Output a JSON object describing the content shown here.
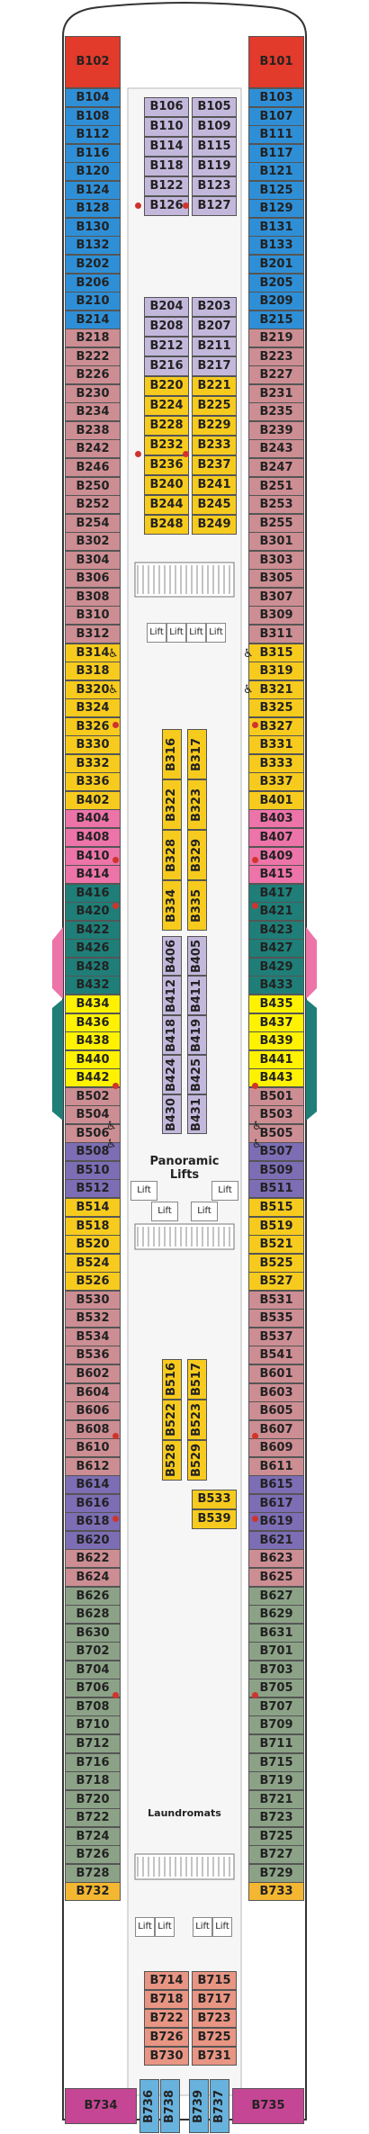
{
  "labels": {
    "lift": "Lift",
    "panoramic_lifts": "Panoramic\nLifts",
    "laundromats": "Laundromats",
    "accessible_icon": "♿"
  },
  "colors": {
    "red": "#e23a2b",
    "blue": "#2f8fd6",
    "lavender": "#c3b8dc",
    "rose": "#cc8e93",
    "yellow": "#f7cb1e",
    "pink": "#ec74a8",
    "teal": "#1f7e78",
    "brightyellow": "#fff200",
    "violet": "#7c6db4",
    "sage": "#8ca287",
    "orange": "#f4b731",
    "salmon": "#e89583",
    "magenta": "#c54694",
    "skyblue": "#68b2de"
  },
  "cabins": {
    "bow": [
      {
        "label": "B102",
        "color": "red"
      },
      {
        "label": "B101",
        "color": "red"
      }
    ],
    "port_outer": [
      {
        "label": "B104",
        "color": "blue"
      },
      {
        "label": "B108",
        "color": "blue"
      },
      {
        "label": "B112",
        "color": "blue"
      },
      {
        "label": "B116",
        "color": "blue"
      },
      {
        "label": "B120",
        "color": "blue"
      },
      {
        "label": "B124",
        "color": "blue"
      },
      {
        "label": "B128",
        "color": "blue"
      },
      {
        "label": "B130",
        "color": "blue"
      },
      {
        "label": "B132",
        "color": "blue"
      },
      {
        "label": "B202",
        "color": "blue"
      },
      {
        "label": "B206",
        "color": "blue"
      },
      {
        "label": "B210",
        "color": "blue"
      },
      {
        "label": "B214",
        "color": "blue"
      },
      {
        "label": "B218",
        "color": "rose"
      },
      {
        "label": "B222",
        "color": "rose"
      },
      {
        "label": "B226",
        "color": "rose"
      },
      {
        "label": "B230",
        "color": "rose"
      },
      {
        "label": "B234",
        "color": "rose"
      },
      {
        "label": "B238",
        "color": "rose"
      },
      {
        "label": "B242",
        "color": "rose"
      },
      {
        "label": "B246",
        "color": "rose"
      },
      {
        "label": "B250",
        "color": "rose"
      },
      {
        "label": "B252",
        "color": "rose"
      },
      {
        "label": "B254",
        "color": "rose"
      },
      {
        "label": "B302",
        "color": "rose"
      },
      {
        "label": "B304",
        "color": "rose"
      },
      {
        "label": "B306",
        "color": "rose"
      },
      {
        "label": "B308",
        "color": "rose"
      },
      {
        "label": "B310",
        "color": "rose"
      },
      {
        "label": "B312",
        "color": "rose"
      },
      {
        "label": "B314",
        "color": "yellow"
      },
      {
        "label": "B318",
        "color": "yellow"
      },
      {
        "label": "B320",
        "color": "yellow"
      },
      {
        "label": "B324",
        "color": "yellow"
      },
      {
        "label": "B326",
        "color": "yellow"
      },
      {
        "label": "B330",
        "color": "yellow"
      },
      {
        "label": "B332",
        "color": "yellow"
      },
      {
        "label": "B336",
        "color": "yellow"
      },
      {
        "label": "B402",
        "color": "yellow"
      },
      {
        "label": "B404",
        "color": "pink"
      },
      {
        "label": "B408",
        "color": "pink"
      },
      {
        "label": "B410",
        "color": "pink"
      },
      {
        "label": "B414",
        "color": "pink"
      },
      {
        "label": "B416",
        "color": "teal"
      },
      {
        "label": "B420",
        "color": "teal"
      },
      {
        "label": "B422",
        "color": "teal"
      },
      {
        "label": "B426",
        "color": "teal"
      },
      {
        "label": "B428",
        "color": "teal"
      },
      {
        "label": "B432",
        "color": "teal"
      },
      {
        "label": "B434",
        "color": "brightyellow"
      },
      {
        "label": "B436",
        "color": "brightyellow"
      },
      {
        "label": "B438",
        "color": "brightyellow"
      },
      {
        "label": "B440",
        "color": "brightyellow"
      },
      {
        "label": "B442",
        "color": "brightyellow"
      },
      {
        "label": "B502",
        "color": "rose"
      },
      {
        "label": "B504",
        "color": "rose"
      },
      {
        "label": "B506",
        "color": "rose"
      },
      {
        "label": "B508",
        "color": "violet"
      },
      {
        "label": "B510",
        "color": "violet"
      },
      {
        "label": "B512",
        "color": "violet"
      },
      {
        "label": "B514",
        "color": "yellow"
      },
      {
        "label": "B518",
        "color": "yellow"
      },
      {
        "label": "B520",
        "color": "yellow"
      },
      {
        "label": "B524",
        "color": "yellow"
      },
      {
        "label": "B526",
        "color": "yellow"
      },
      {
        "label": "B530",
        "color": "rose"
      },
      {
        "label": "B532",
        "color": "rose"
      },
      {
        "label": "B534",
        "color": "rose"
      },
      {
        "label": "B536",
        "color": "rose"
      },
      {
        "label": "B602",
        "color": "rose"
      },
      {
        "label": "B604",
        "color": "rose"
      },
      {
        "label": "B606",
        "color": "rose"
      },
      {
        "label": "B608",
        "color": "rose"
      },
      {
        "label": "B610",
        "color": "rose"
      },
      {
        "label": "B612",
        "color": "rose"
      },
      {
        "label": "B614",
        "color": "violet"
      },
      {
        "label": "B616",
        "color": "violet"
      },
      {
        "label": "B618",
        "color": "violet"
      },
      {
        "label": "B620",
        "color": "violet"
      },
      {
        "label": "B622",
        "color": "rose"
      },
      {
        "label": "B624",
        "color": "rose"
      },
      {
        "label": "B626",
        "color": "sage"
      },
      {
        "label": "B628",
        "color": "sage"
      },
      {
        "label": "B630",
        "color": "sage"
      },
      {
        "label": "B702",
        "color": "sage"
      },
      {
        "label": "B704",
        "color": "sage"
      },
      {
        "label": "B706",
        "color": "sage"
      },
      {
        "label": "B708",
        "color": "sage"
      },
      {
        "label": "B710",
        "color": "sage"
      },
      {
        "label": "B712",
        "color": "sage"
      },
      {
        "label": "B716",
        "color": "sage"
      },
      {
        "label": "B718",
        "color": "sage"
      },
      {
        "label": "B720",
        "color": "sage"
      },
      {
        "label": "B722",
        "color": "sage"
      },
      {
        "label": "B724",
        "color": "sage"
      },
      {
        "label": "B726",
        "color": "sage"
      },
      {
        "label": "B728",
        "color": "sage"
      },
      {
        "label": "B732",
        "color": "orange"
      }
    ],
    "starboard_outer": [
      {
        "label": "B103",
        "color": "blue"
      },
      {
        "label": "B107",
        "color": "blue"
      },
      {
        "label": "B111",
        "color": "blue"
      },
      {
        "label": "B117",
        "color": "blue"
      },
      {
        "label": "B121",
        "color": "blue"
      },
      {
        "label": "B125",
        "color": "blue"
      },
      {
        "label": "B129",
        "color": "blue"
      },
      {
        "label": "B131",
        "color": "blue"
      },
      {
        "label": "B133",
        "color": "blue"
      },
      {
        "label": "B201",
        "color": "blue"
      },
      {
        "label": "B205",
        "color": "blue"
      },
      {
        "label": "B209",
        "color": "blue"
      },
      {
        "label": "B215",
        "color": "blue"
      },
      {
        "label": "B219",
        "color": "rose"
      },
      {
        "label": "B223",
        "color": "rose"
      },
      {
        "label": "B227",
        "color": "rose"
      },
      {
        "label": "B231",
        "color": "rose"
      },
      {
        "label": "B235",
        "color": "rose"
      },
      {
        "label": "B239",
        "color": "rose"
      },
      {
        "label": "B243",
        "color": "rose"
      },
      {
        "label": "B247",
        "color": "rose"
      },
      {
        "label": "B251",
        "color": "rose"
      },
      {
        "label": "B253",
        "color": "rose"
      },
      {
        "label": "B255",
        "color": "rose"
      },
      {
        "label": "B301",
        "color": "rose"
      },
      {
        "label": "B303",
        "color": "rose"
      },
      {
        "label": "B305",
        "color": "rose"
      },
      {
        "label": "B307",
        "color": "rose"
      },
      {
        "label": "B309",
        "color": "rose"
      },
      {
        "label": "B311",
        "color": "rose"
      },
      {
        "label": "B315",
        "color": "yellow"
      },
      {
        "label": "B319",
        "color": "yellow"
      },
      {
        "label": "B321",
        "color": "yellow"
      },
      {
        "label": "B325",
        "color": "yellow"
      },
      {
        "label": "B327",
        "color": "yellow"
      },
      {
        "label": "B331",
        "color": "yellow"
      },
      {
        "label": "B333",
        "color": "yellow"
      },
      {
        "label": "B337",
        "color": "yellow"
      },
      {
        "label": "B401",
        "color": "yellow"
      },
      {
        "label": "B403",
        "color": "pink"
      },
      {
        "label": "B407",
        "color": "pink"
      },
      {
        "label": "B409",
        "color": "pink"
      },
      {
        "label": "B415",
        "color": "pink"
      },
      {
        "label": "B417",
        "color": "teal"
      },
      {
        "label": "B421",
        "color": "teal"
      },
      {
        "label": "B423",
        "color": "teal"
      },
      {
        "label": "B427",
        "color": "teal"
      },
      {
        "label": "B429",
        "color": "teal"
      },
      {
        "label": "B433",
        "color": "teal"
      },
      {
        "label": "B435",
        "color": "brightyellow"
      },
      {
        "label": "B437",
        "color": "brightyellow"
      },
      {
        "label": "B439",
        "color": "brightyellow"
      },
      {
        "label": "B441",
        "color": "brightyellow"
      },
      {
        "label": "B443",
        "color": "brightyellow"
      },
      {
        "label": "B501",
        "color": "rose"
      },
      {
        "label": "B503",
        "color": "rose"
      },
      {
        "label": "B505",
        "color": "rose"
      },
      {
        "label": "B507",
        "color": "violet"
      },
      {
        "label": "B509",
        "color": "violet"
      },
      {
        "label": "B511",
        "color": "violet"
      },
      {
        "label": "B515",
        "color": "yellow"
      },
      {
        "label": "B519",
        "color": "yellow"
      },
      {
        "label": "B521",
        "color": "yellow"
      },
      {
        "label": "B525",
        "color": "yellow"
      },
      {
        "label": "B527",
        "color": "yellow"
      },
      {
        "label": "B531",
        "color": "rose"
      },
      {
        "label": "B535",
        "color": "rose"
      },
      {
        "label": "B537",
        "color": "rose"
      },
      {
        "label": "B541",
        "color": "rose"
      },
      {
        "label": "B601",
        "color": "rose"
      },
      {
        "label": "B603",
        "color": "rose"
      },
      {
        "label": "B605",
        "color": "rose"
      },
      {
        "label": "B607",
        "color": "rose"
      },
      {
        "label": "B609",
        "color": "rose"
      },
      {
        "label": "B611",
        "color": "rose"
      },
      {
        "label": "B615",
        "color": "violet"
      },
      {
        "label": "B617",
        "color": "violet"
      },
      {
        "label": "B619",
        "color": "violet"
      },
      {
        "label": "B621",
        "color": "violet"
      },
      {
        "label": "B623",
        "color": "rose"
      },
      {
        "label": "B625",
        "color": "rose"
      },
      {
        "label": "B627",
        "color": "sage"
      },
      {
        "label": "B629",
        "color": "sage"
      },
      {
        "label": "B631",
        "color": "sage"
      },
      {
        "label": "B701",
        "color": "sage"
      },
      {
        "label": "B703",
        "color": "sage"
      },
      {
        "label": "B705",
        "color": "sage"
      },
      {
        "label": "B707",
        "color": "sage"
      },
      {
        "label": "B709",
        "color": "sage"
      },
      {
        "label": "B711",
        "color": "sage"
      },
      {
        "label": "B715",
        "color": "sage"
      },
      {
        "label": "B719",
        "color": "sage"
      },
      {
        "label": "B721",
        "color": "sage"
      },
      {
        "label": "B723",
        "color": "sage"
      },
      {
        "label": "B725",
        "color": "sage"
      },
      {
        "label": "B727",
        "color": "sage"
      },
      {
        "label": "B729",
        "color": "sage"
      },
      {
        "label": "B733",
        "color": "orange"
      }
    ],
    "inner_port": [
      {
        "label": "B106",
        "color": "lavender"
      },
      {
        "label": "B110",
        "color": "lavender"
      },
      {
        "label": "B114",
        "color": "lavender"
      },
      {
        "label": "B118",
        "color": "lavender"
      },
      {
        "label": "B122",
        "color": "lavender"
      },
      {
        "label": "B126",
        "color": "lavender"
      },
      {
        "label": "B204",
        "color": "lavender"
      },
      {
        "label": "B208",
        "color": "lavender"
      },
      {
        "label": "B212",
        "color": "lavender"
      },
      {
        "label": "B216",
        "color": "lavender"
      },
      {
        "label": "B220",
        "color": "yellow"
      },
      {
        "label": "B224",
        "color": "yellow"
      },
      {
        "label": "B228",
        "color": "yellow"
      },
      {
        "label": "B232",
        "color": "yellow"
      },
      {
        "label": "B236",
        "color": "yellow"
      },
      {
        "label": "B240",
        "color": "yellow"
      },
      {
        "label": "B244",
        "color": "yellow"
      },
      {
        "label": "B248",
        "color": "yellow"
      },
      {
        "label": "B714",
        "color": "salmon"
      },
      {
        "label": "B718",
        "color": "salmon"
      },
      {
        "label": "B722",
        "color": "salmon"
      },
      {
        "label": "B726",
        "color": "salmon"
      },
      {
        "label": "B730",
        "color": "salmon"
      }
    ],
    "inner_starboard": [
      {
        "label": "B105",
        "color": "lavender"
      },
      {
        "label": "B109",
        "color": "lavender"
      },
      {
        "label": "B115",
        "color": "lavender"
      },
      {
        "label": "B119",
        "color": "lavender"
      },
      {
        "label": "B123",
        "color": "lavender"
      },
      {
        "label": "B127",
        "color": "lavender"
      },
      {
        "label": "B203",
        "color": "lavender"
      },
      {
        "label": "B207",
        "color": "lavender"
      },
      {
        "label": "B211",
        "color": "lavender"
      },
      {
        "label": "B217",
        "color": "lavender"
      },
      {
        "label": "B221",
        "color": "yellow"
      },
      {
        "label": "B225",
        "color": "yellow"
      },
      {
        "label": "B229",
        "color": "yellow"
      },
      {
        "label": "B233",
        "color": "yellow"
      },
      {
        "label": "B237",
        "color": "yellow"
      },
      {
        "label": "B241",
        "color": "yellow"
      },
      {
        "label": "B245",
        "color": "yellow"
      },
      {
        "label": "B249",
        "color": "yellow"
      },
      {
        "label": "B715",
        "color": "salmon"
      },
      {
        "label": "B717",
        "color": "salmon"
      },
      {
        "label": "B723",
        "color": "salmon"
      },
      {
        "label": "B725",
        "color": "salmon"
      },
      {
        "label": "B731",
        "color": "salmon"
      }
    ],
    "mid_vertical": [
      {
        "label": "B316",
        "color": "yellow"
      },
      {
        "label": "B322",
        "color": "yellow"
      },
      {
        "label": "B328",
        "color": "yellow"
      },
      {
        "label": "B334",
        "color": "yellow"
      },
      {
        "label": "B317",
        "color": "yellow"
      },
      {
        "label": "B323",
        "color": "yellow"
      },
      {
        "label": "B329",
        "color": "yellow"
      },
      {
        "label": "B335",
        "color": "yellow"
      },
      {
        "label": "B406",
        "color": "lavender"
      },
      {
        "label": "B412",
        "color": "lavender"
      },
      {
        "label": "B418",
        "color": "lavender"
      },
      {
        "label": "B424",
        "color": "lavender"
      },
      {
        "label": "B430",
        "color": "lavender"
      },
      {
        "label": "B405",
        "color": "lavender"
      },
      {
        "label": "B411",
        "color": "lavender"
      },
      {
        "label": "B419",
        "color": "lavender"
      },
      {
        "label": "B425",
        "color": "lavender"
      },
      {
        "label": "B431",
        "color": "lavender"
      },
      {
        "label": "B516",
        "color": "yellow"
      },
      {
        "label": "B522",
        "color": "yellow"
      },
      {
        "label": "B528",
        "color": "yellow"
      },
      {
        "label": "B517",
        "color": "yellow"
      },
      {
        "label": "B523",
        "color": "yellow"
      },
      {
        "label": "B529",
        "color": "yellow"
      }
    ],
    "mid_small": [
      {
        "label": "B533",
        "color": "yellow"
      },
      {
        "label": "B539",
        "color": "yellow"
      }
    ],
    "stern": [
      {
        "label": "B734",
        "color": "magenta"
      },
      {
        "label": "B736",
        "color": "skyblue"
      },
      {
        "label": "B738",
        "color": "skyblue"
      },
      {
        "label": "B739",
        "color": "skyblue"
      },
      {
        "label": "B737",
        "color": "skyblue"
      },
      {
        "label": "B735",
        "color": "magenta"
      }
    ]
  }
}
